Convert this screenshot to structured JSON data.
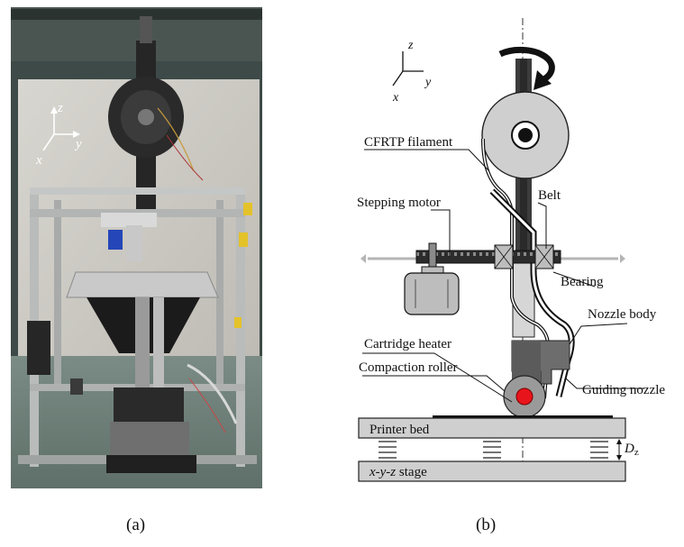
{
  "photo": {
    "axes": {
      "z": "z",
      "y": "y",
      "x": "x"
    }
  },
  "schematic": {
    "axes": {
      "z": "z",
      "y": "y",
      "x": "x"
    },
    "labels": {
      "filament": "CFRTP filament",
      "belt": "Belt",
      "motor": "Stepping motor",
      "bearing": "Bearing",
      "nozzle_body": "Nozzle body",
      "heater": "Cartridge heater",
      "roller": "Compaction roller",
      "guiding_nozzle": "Guiding nozzle",
      "printer_bed": "Printer bed",
      "stage_italic": "x-y-z",
      "stage_rest": " stage",
      "dz_main": "D",
      "dz_sub": "z"
    }
  },
  "panel_labels": {
    "a": "(a)",
    "b": "(b)"
  },
  "colors": {
    "heater_red": "#e8141c",
    "part_gray": "#cfcfcf",
    "dark_part": "#3a3a3a"
  }
}
